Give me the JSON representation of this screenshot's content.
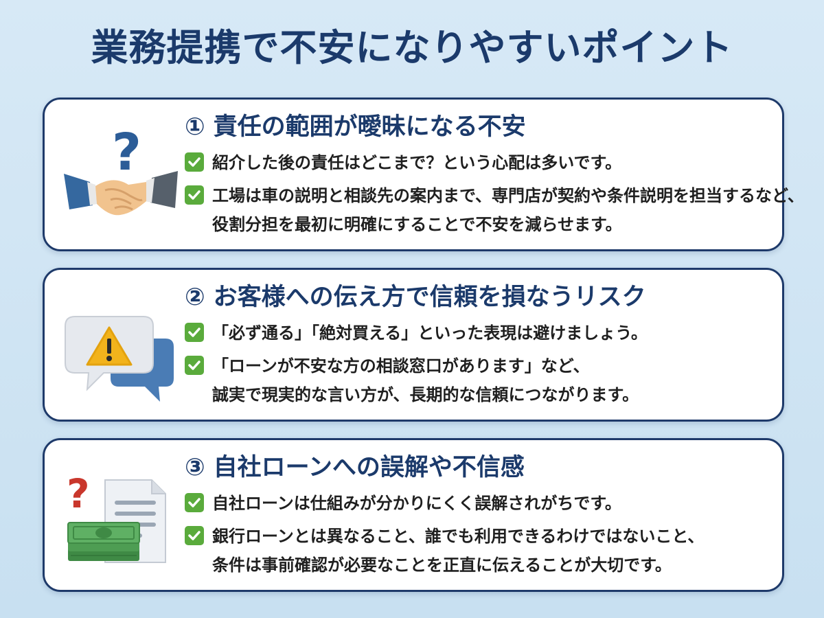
{
  "page": {
    "title": "業務提携で不安になりやすいポイント"
  },
  "cards": [
    {
      "number": "①",
      "title": "責任の範囲が曖昧になる不安",
      "icon": "handshake-question-icon",
      "bullets": [
        {
          "lines": [
            "紹介した後の責任はどこまで？という心配は多いです。"
          ]
        },
        {
          "lines": [
            "工場は車の説明と相談先の案内まで、専門店が契約や条件説明を担当するなど、",
            "役割分担を最初に明確にすることで不安を減らせます。"
          ]
        }
      ]
    },
    {
      "number": "②",
      "title": "お客様への伝え方で信頼を損なうリスク",
      "icon": "warning-speech-bubble-icon",
      "bullets": [
        {
          "lines": [
            "「必ず通る」「絶対買える」といった表現は避けましょう。"
          ]
        },
        {
          "lines": [
            "「ローンが不安な方の相談窓口があります」など、",
            "誠実で現実的な言い方が、長期的な信頼につながります。"
          ]
        }
      ]
    },
    {
      "number": "③",
      "title": "自社ローンへの誤解や不信感",
      "icon": "money-document-question-icon",
      "bullets": [
        {
          "lines": [
            "自社ローンは仕組みが分かりにくく誤解されがちです。"
          ]
        },
        {
          "lines": [
            "銀行ローンとは異なること、誰でも利用できるわけではないこと、",
            "条件は事前確認が必要なことを正直に伝えることが大切です。"
          ]
        }
      ]
    }
  ],
  "colors": {
    "navy": "#1e3a6a",
    "check_green": "#5aab3c",
    "warning_yellow": "#f2b31c",
    "background": "#d7e9f6"
  }
}
